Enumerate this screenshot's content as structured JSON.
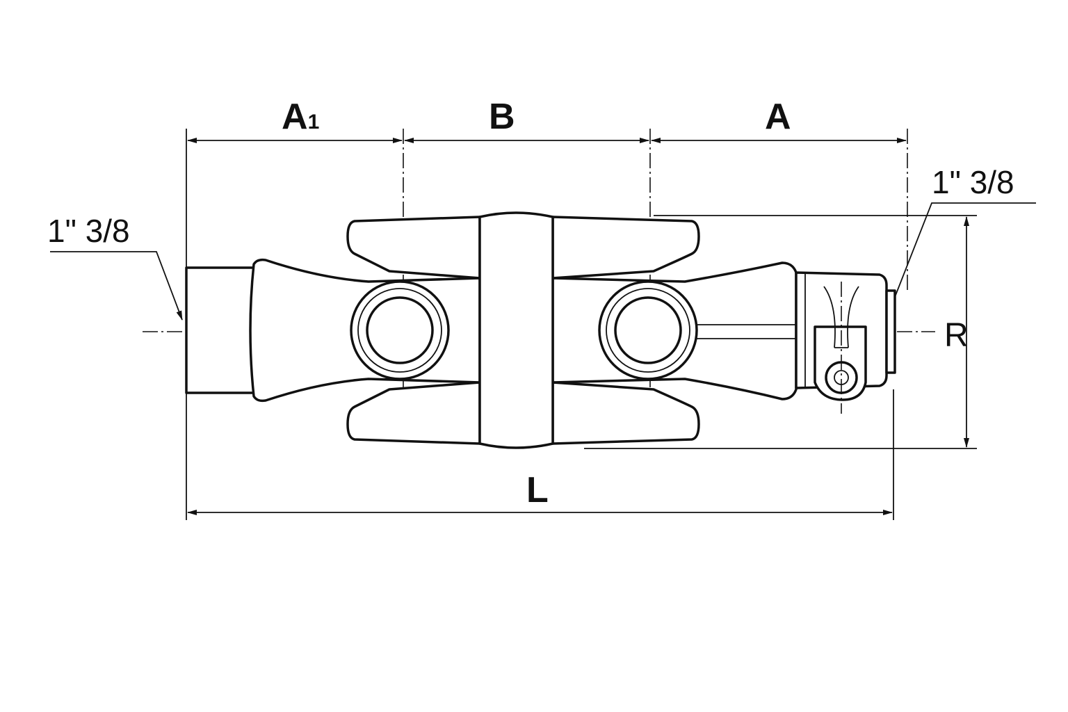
{
  "dimensions": {
    "a1": {
      "letter": "A",
      "subscript": "1"
    },
    "b": "B",
    "a": "A",
    "l": "L",
    "r": "R"
  },
  "callouts": {
    "left_size": "1\" 3/8",
    "right_size": "1\" 3/8"
  },
  "colors": {
    "line": "#111111",
    "background": "#ffffff"
  }
}
